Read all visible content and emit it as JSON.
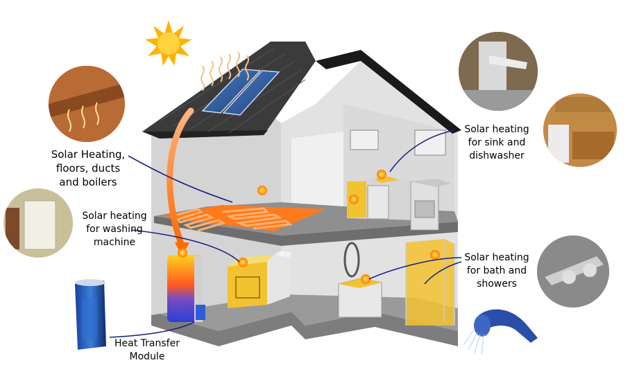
{
  "labels": {
    "floors": [
      "Solar Heating,",
      "floors, ducts",
      "and boilers"
    ],
    "washing": [
      "Solar heating",
      "for washing",
      "machine"
    ],
    "sink": [
      "Solar heating",
      "for sink and",
      "dishwasher"
    ],
    "bath": [
      "Solar heating",
      "for bath and",
      "showers"
    ],
    "module": [
      "Heat Transfer",
      "Module"
    ]
  },
  "colors": {
    "accent_yellow": "#f2c230",
    "callout_line": "#1a237e",
    "wall_gray": "#cfcfcf",
    "floor_gray": "#8c8c8c",
    "roof": "#3a3a3a",
    "sun": "#ffb300"
  },
  "icons": [
    "sun-icon",
    "burst-icon"
  ]
}
